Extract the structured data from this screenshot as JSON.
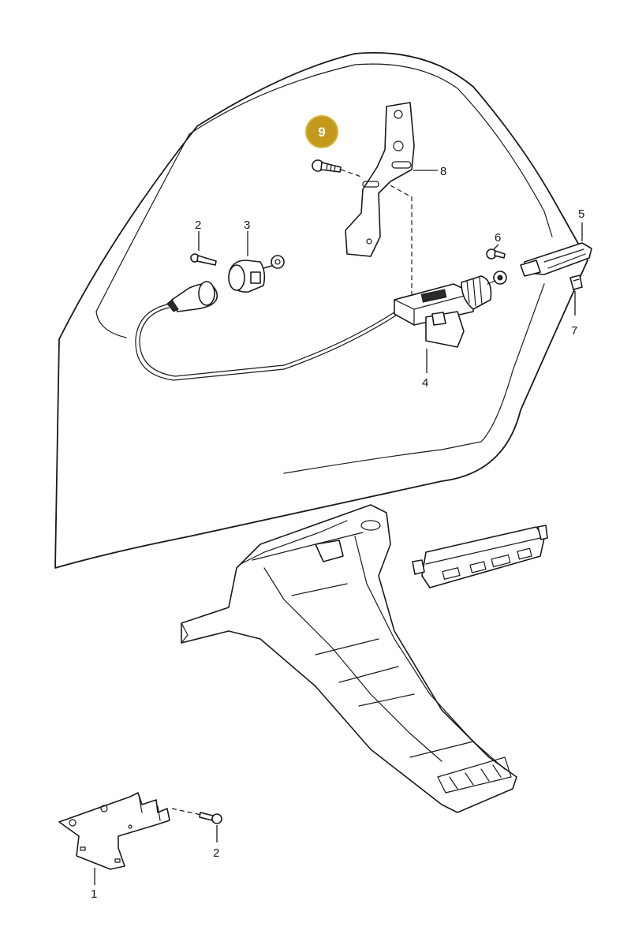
{
  "diagram": {
    "highlighted_callout": {
      "label": "9",
      "color": "#c49a1c"
    },
    "callouts": {
      "c1": "1",
      "c2a": "2",
      "c2b": "2",
      "c3": "3",
      "c4": "4",
      "c5": "5",
      "c6": "6",
      "c7": "7",
      "c8": "8"
    }
  }
}
